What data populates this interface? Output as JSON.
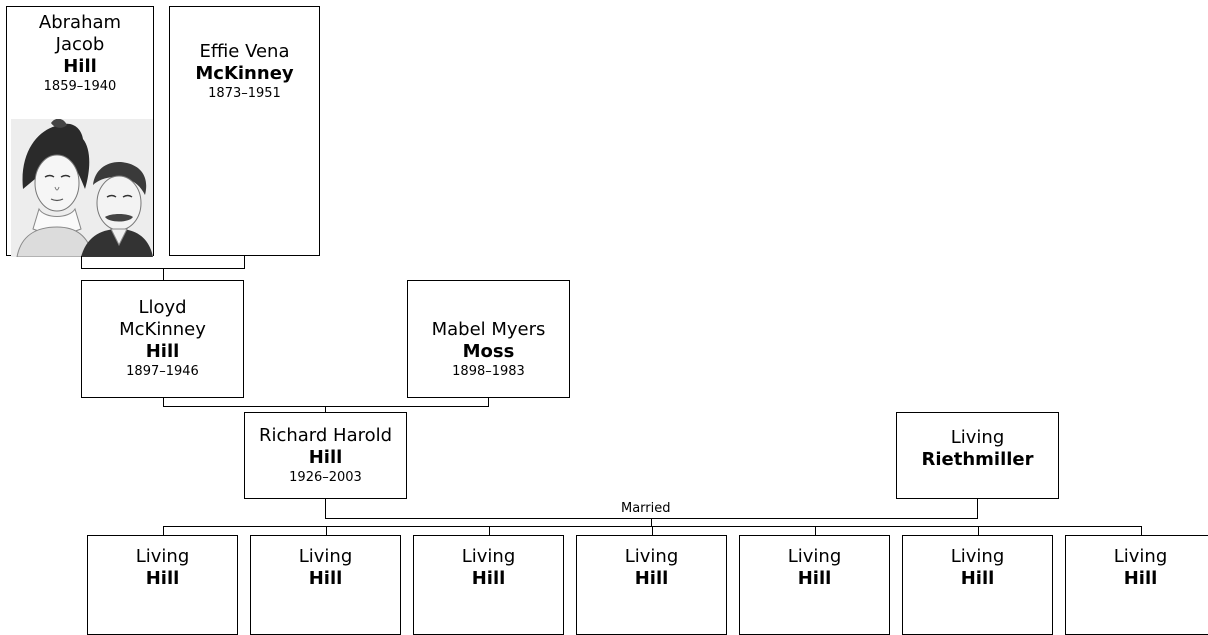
{
  "people": {
    "abraham": {
      "given": "Abraham Jacob",
      "surname": "Hill",
      "dates": "1859–1940"
    },
    "effie": {
      "given": "Effie Vena",
      "surname": "McKinney",
      "dates": "1873–1951"
    },
    "lloyd": {
      "given": "Lloyd McKinney",
      "surname": "Hill",
      "dates": "1897–1946"
    },
    "mabel": {
      "given": "Mabel Myers",
      "surname": "Moss",
      "dates": "1898–1983"
    },
    "richard": {
      "given": "Richard Harold",
      "surname": "Hill",
      "dates": "1926–2003"
    },
    "riethmiller": {
      "given": "Living",
      "surname": "Riethmiller"
    }
  },
  "marriage_label": "Married",
  "children": [
    {
      "given": "Living",
      "surname": "Hill"
    },
    {
      "given": "Living",
      "surname": "Hill"
    },
    {
      "given": "Living",
      "surname": "Hill"
    },
    {
      "given": "Living",
      "surname": "Hill"
    },
    {
      "given": "Living",
      "surname": "Hill"
    },
    {
      "given": "Living",
      "surname": "Hill"
    },
    {
      "given": "Living",
      "surname": "Hill"
    }
  ]
}
